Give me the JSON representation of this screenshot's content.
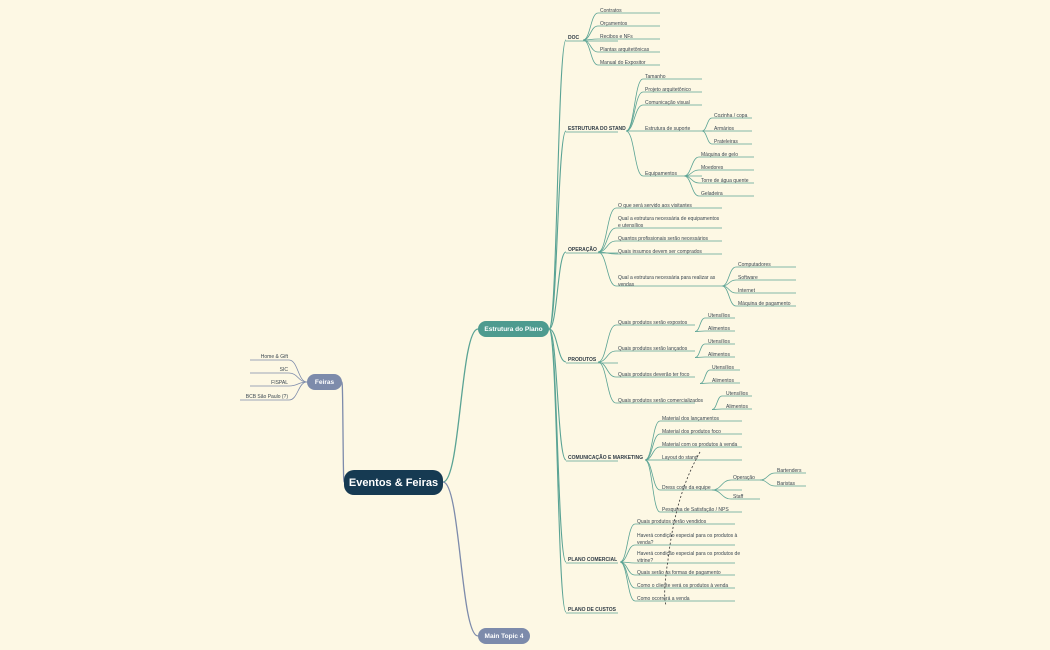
{
  "map": {
    "central": "Eventos & Feiras",
    "main_topics": {
      "plano": "Estrutura do Plano",
      "feiras": "Feiras",
      "main4": "Main Topic 4"
    },
    "feiras": [
      "Home & Gift",
      "SIC",
      "FISPAL",
      "BCB São Paulo (?)"
    ],
    "doc": {
      "title": "DOC",
      "items": [
        "Contratos",
        "Orçamentos",
        "Recibos e NFs",
        "Plantas arquitetônicas",
        "Manual do Expositor"
      ]
    },
    "stand": {
      "title": "ESTRUTURA DO STAND",
      "items": [
        "Tamanho",
        "Projeto arquitetônico",
        "Comunicação visual",
        "Estrutura de suporte",
        "Equipamentos"
      ],
      "suporte": [
        "Cozinha / copa",
        "Armários",
        "Prateleiras"
      ],
      "equip": [
        "Máquina de gelo",
        "Moedores",
        "Torre de água quente",
        "Geladeira"
      ]
    },
    "operacao": {
      "title": "OPERAÇÃO",
      "items": [
        "O que será servido aos visitantes",
        "Qual a estrutura necessária de equipamentos e utensílios",
        "Quantos profissionais serão necessários",
        "Quais insumos devem ser comprados",
        "Qual a estrutura necessária para realizar as vendas"
      ],
      "vendas": [
        "Computadores",
        "Software",
        "Internet",
        "Máquina de pagamento"
      ]
    },
    "produtos": {
      "title": "PRODUTOS",
      "items": [
        "Quais produtos serão expostos",
        "Quais produtos serão lançados",
        "Quais produtos deverão ter foco",
        "Quais produtos serão comercializados"
      ],
      "children": [
        "Utensílios",
        "Alimentos"
      ]
    },
    "comunicacao": {
      "title": "COMUNICAÇÃO E MARKETING",
      "items": [
        "Material dos lançamentos",
        "Material dos produtos foco",
        "Material com os produtos à venda",
        "Layout do stand",
        "Dress code da equipe",
        "Pesquisa de Satisfação / NPS"
      ],
      "dress": [
        "Operação",
        "Staff"
      ],
      "operacao": [
        "Bartenders",
        "Baristas"
      ]
    },
    "comercial": {
      "title": "PLANO COMERCIAL",
      "items": [
        "Quais produtos serão vendidos",
        "Haverá condição especial para os produtos à venda?",
        "Haverá condição especial para os produtos de vitrine?",
        "Quais serão as formas de pagamento",
        "Como o cliente verá os produtos à venda",
        "Como ocorrerá a venda"
      ]
    },
    "custos": {
      "title": "PLANO DE CUSTOS"
    },
    "colors": {
      "central": "#163a52",
      "plano": "#4e9b8f",
      "other": "#7d8bab",
      "line": "#5aa394",
      "background": "#fdf8e4"
    }
  }
}
